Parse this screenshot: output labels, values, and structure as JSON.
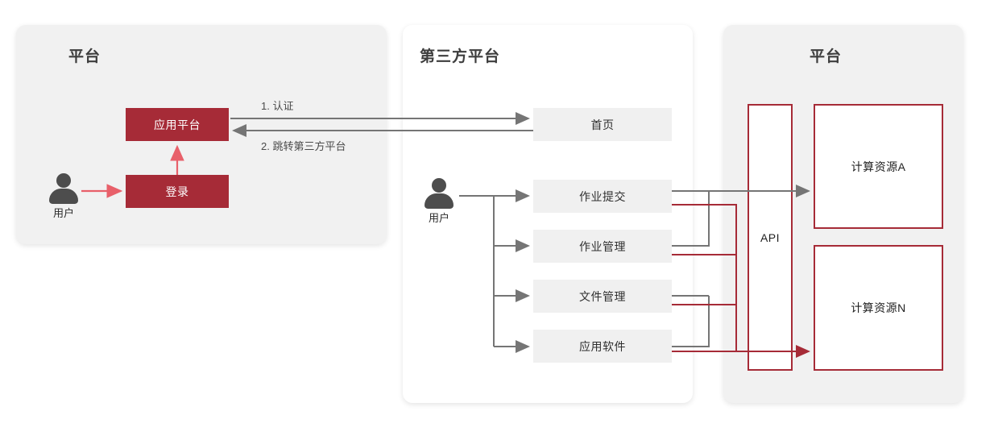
{
  "diagram": {
    "title_left": "平台",
    "title_middle": "第三方平台",
    "title_right": "平台",
    "colors": {
      "brand_red": "#a62b37",
      "light_red": "#e8606a",
      "wire_gray": "#757575",
      "panel_gray": "#f1f1f1",
      "box_gray": "#f0f0f0"
    }
  },
  "left_panel": {
    "title": "平台",
    "user_label": "用户",
    "boxes": [
      {
        "id": "app-platform",
        "label": "应用平台"
      },
      {
        "id": "login",
        "label": "登录"
      }
    ],
    "flow_labels": [
      {
        "id": "step1",
        "text": "1. 认证"
      },
      {
        "id": "step2",
        "text": "2. 跳转第三方平台"
      }
    ]
  },
  "middle_panel": {
    "title": "第三方平台",
    "user_label": "用户",
    "boxes": [
      {
        "id": "home",
        "label": "首页"
      },
      {
        "id": "job-submit",
        "label": "作业提交"
      },
      {
        "id": "job-manage",
        "label": "作业管理"
      },
      {
        "id": "file-manage",
        "label": "文件管理"
      },
      {
        "id": "app-software",
        "label": "应用软件"
      }
    ]
  },
  "right_panel": {
    "title": "平台",
    "api_label": "API",
    "boxes": [
      {
        "id": "compute-a",
        "label": "计算资源A"
      },
      {
        "id": "compute-n",
        "label": "计算资源N"
      }
    ]
  }
}
